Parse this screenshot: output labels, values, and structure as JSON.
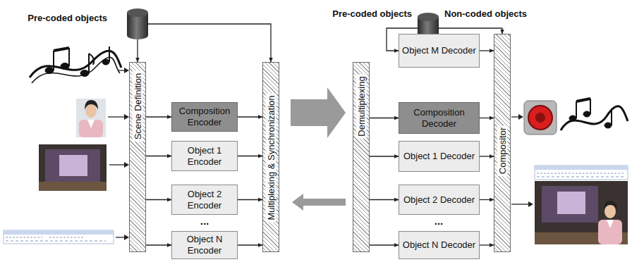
{
  "diagram": {
    "nodes": [
      {
        "text": [
          "Pre-coded objects"
        ]
      },
      {
        "text": [
          "Scene Definition"
        ]
      },
      {
        "text": [
          "Composition Encoder"
        ]
      },
      {
        "text": [
          "Object 1 Encoder"
        ]
      },
      {
        "text": [
          "Object 2 Encoder"
        ]
      },
      {
        "text": [
          "Object N Encoder"
        ]
      },
      {
        "text": [
          "Multiplexing & Synchronization"
        ]
      },
      {
        "text": [
          "Pre-coded objects",
          "Non-coded objects"
        ]
      },
      {
        "text": [
          "Demultiplexing"
        ]
      },
      {
        "text": [
          "Object M Decoder"
        ]
      },
      {
        "text": [
          "Composition Decoder"
        ]
      },
      {
        "text": [
          "Object 1 Decoder"
        ]
      },
      {
        "text": [
          "Object 2 Decoder"
        ]
      },
      {
        "text": [
          "Object N Decoder"
        ]
      },
      {
        "text": [
          "Compositor"
        ]
      }
    ],
    "edges": [
      {
        "from": 0,
        "to": 1,
        "arrow": "to"
      },
      {
        "from": 0,
        "to": 6,
        "arrow": "to"
      },
      {
        "from": 1,
        "to": 2,
        "arrow": "to"
      },
      {
        "from": 1,
        "to": 3,
        "arrow": "to"
      },
      {
        "from": 1,
        "to": 4,
        "arrow": "to"
      },
      {
        "from": 1,
        "to": 5,
        "arrow": "to"
      },
      {
        "from": 2,
        "to": 6,
        "arrow": "to"
      },
      {
        "from": 3,
        "to": 6,
        "arrow": "to"
      },
      {
        "from": 4,
        "to": 6,
        "arrow": "to"
      },
      {
        "from": 5,
        "to": 6,
        "arrow": "to"
      },
      {
        "from": 6,
        "to": 8,
        "arrow": "to"
      },
      {
        "from": 8,
        "to": 6,
        "arrow": "to"
      },
      {
        "from": 7,
        "to": 9,
        "arrow": "to"
      },
      {
        "from": 7,
        "to": 14,
        "arrow": "to"
      },
      {
        "from": 8,
        "to": 10,
        "arrow": "to"
      },
      {
        "from": 8,
        "to": 11,
        "arrow": "to"
      },
      {
        "from": 8,
        "to": 12,
        "arrow": "to"
      },
      {
        "from": 8,
        "to": 13,
        "arrow": "to"
      },
      {
        "from": 9,
        "to": 14,
        "arrow": "to"
      },
      {
        "from": 10,
        "to": 14,
        "arrow": "to"
      },
      {
        "from": 11,
        "to": 14,
        "arrow": "to"
      },
      {
        "from": 12,
        "to": 14,
        "arrow": "to"
      },
      {
        "from": 13,
        "to": 14,
        "arrow": "to"
      }
    ],
    "labels": [
      "...",
      "..."
    ]
  }
}
